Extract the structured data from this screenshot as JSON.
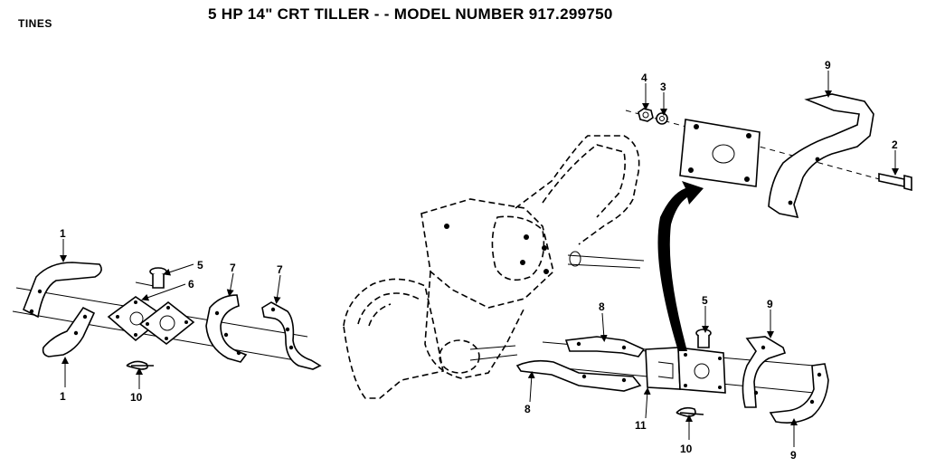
{
  "diagram": {
    "title": "5 HP  14\" CRT TILLER - - MODEL NUMBER 917.299750",
    "section": "TINES",
    "callouts": [
      "1",
      "1",
      "5",
      "6",
      "7",
      "7",
      "10",
      "8",
      "8",
      "5",
      "9",
      "11",
      "10",
      "9",
      "4",
      "3",
      "9",
      "2"
    ]
  }
}
